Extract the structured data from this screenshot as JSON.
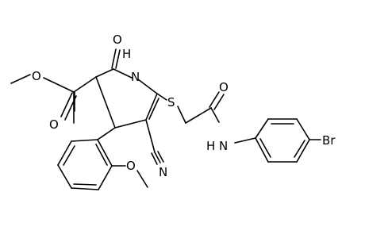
{
  "atom_labels": {
    "O_methyl_ester": "O",
    "O_carbonyl_ester": "O",
    "O_lactam": "O",
    "N_H_ring": "H",
    "N_ring": "N",
    "S_thioether": "S",
    "O_amide": "O",
    "N_amide": "N",
    "H_amide": "H",
    "Br": "Br",
    "N_nitrile": "N",
    "O_methoxy": "O"
  }
}
